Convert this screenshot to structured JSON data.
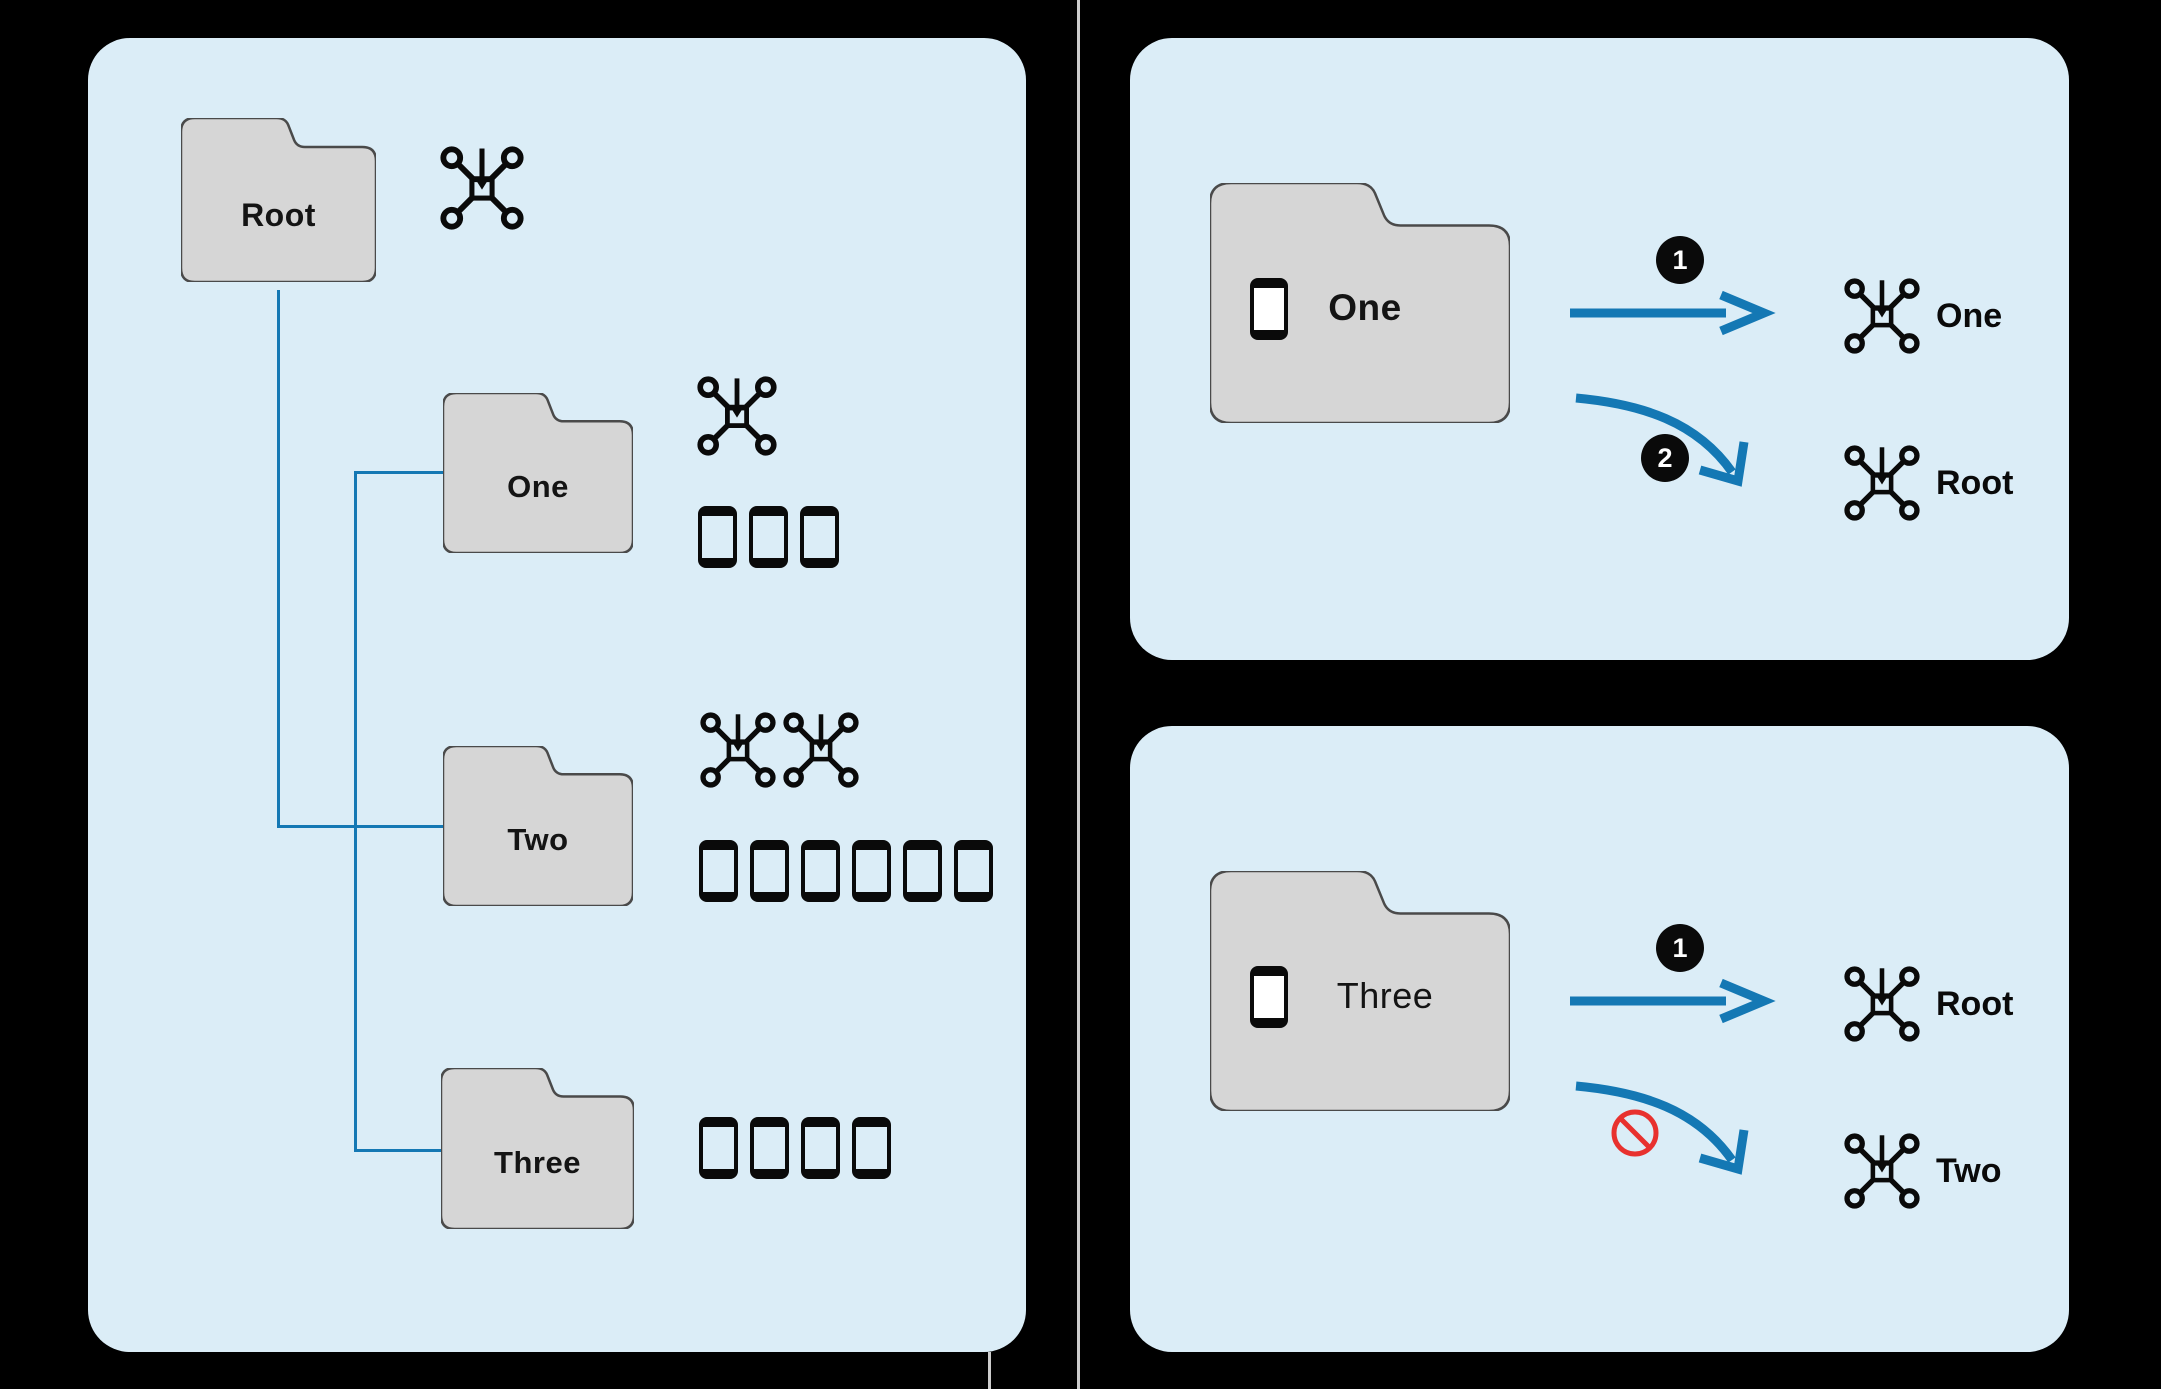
{
  "colors": {
    "canvas_bg": "#000000",
    "panel_bg": "#dbedf7",
    "folder_fill": "#d6d6d6",
    "folder_border": "#4a4a4a",
    "connector_blue": "#1478b4",
    "icon_black": "#0a0a0a",
    "badge_bg": "#0a0a0a",
    "badge_text": "#ffffff",
    "prohibited_red": "#e8312e",
    "divider_gray": "#cccccc"
  },
  "left_panel": {
    "description": "folder hierarchy with drones and phones",
    "root": {
      "label": "Root",
      "drone_count": 1,
      "phone_count": 0
    },
    "children": [
      {
        "label": "One",
        "drone_count": 1,
        "phone_count": 3
      },
      {
        "label": "Two",
        "drone_count": 2,
        "phone_count": 6
      },
      {
        "label": "Three",
        "drone_count": 0,
        "phone_count": 4
      }
    ]
  },
  "top_right_panel": {
    "folder_label": "One",
    "steps": [
      {
        "step": "1",
        "arrow": "straight",
        "target": "One",
        "allowed": true
      },
      {
        "step": "2",
        "arrow": "curved",
        "target": "Root",
        "allowed": true
      }
    ]
  },
  "bottom_right_panel": {
    "folder_label": "Three",
    "steps": [
      {
        "step": "1",
        "arrow": "straight",
        "target": "Root",
        "allowed": true
      },
      {
        "step": "",
        "arrow": "curved",
        "target": "Two",
        "allowed": false
      }
    ]
  }
}
